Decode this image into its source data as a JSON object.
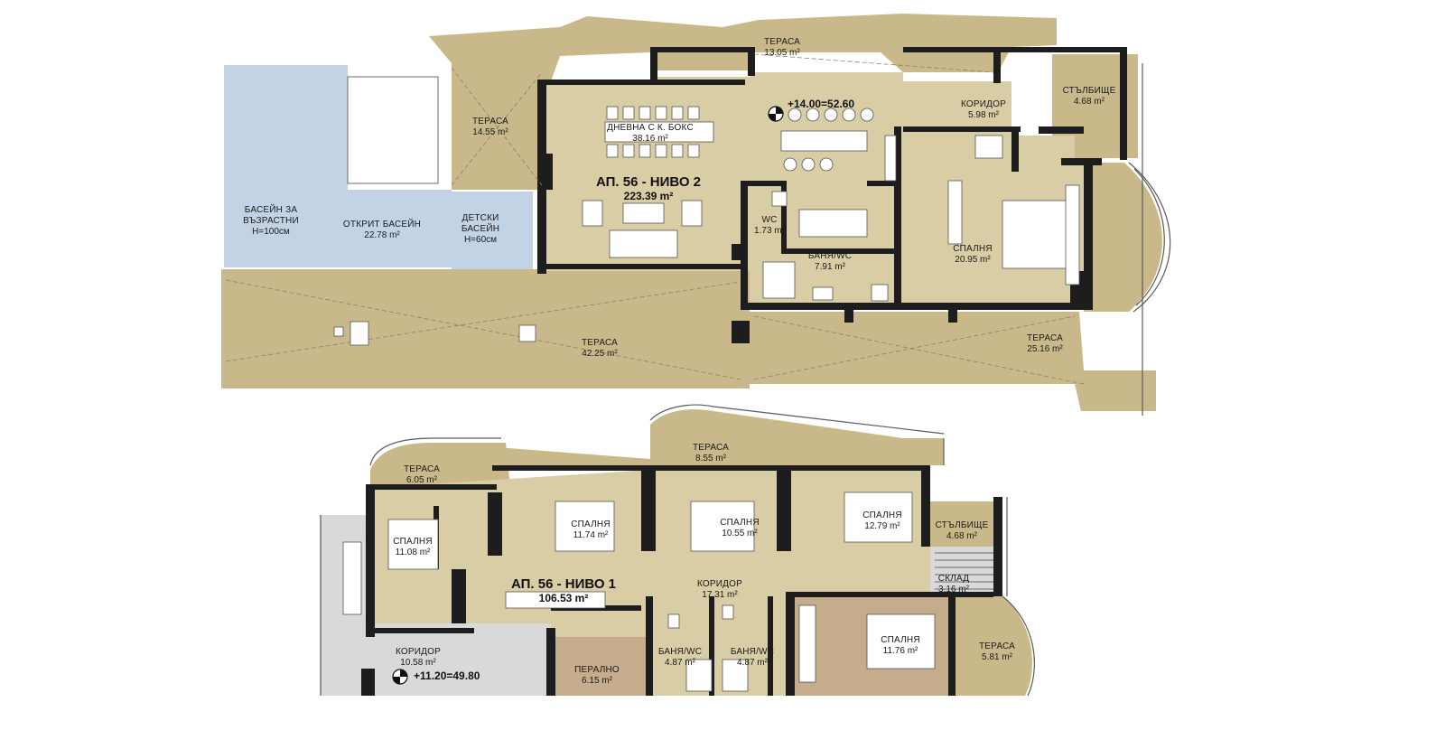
{
  "upper_plan": {
    "title": "АП. 56 - НИВО 2",
    "total_area": "223.39 m²",
    "level_marker": "+14.00=52.60",
    "rooms": [
      {
        "id": "terrace_top",
        "name": "ТЕРАСА",
        "area": "13.05 m²"
      },
      {
        "id": "terrace_left",
        "name": "ТЕРАСА",
        "area": "14.55 m²"
      },
      {
        "id": "living",
        "name": "ДНЕВНА С К. БОКС",
        "area": "38.16 m²"
      },
      {
        "id": "corridor",
        "name": "КОРИДОР",
        "area": "5.98 m²"
      },
      {
        "id": "stairs",
        "name": "СТЪЛБИЩЕ",
        "area": "4.68 m²"
      },
      {
        "id": "adult_pool",
        "name": "БАСЕЙН ЗА",
        "name2": "ВЪЗРАСТНИ",
        "area": "H=100см"
      },
      {
        "id": "open_pool",
        "name": "ОТКРИТ БАСЕЙН",
        "area": "22.78 m²"
      },
      {
        "id": "kids_pool",
        "name": "ДЕТСКИ",
        "name2": "БАСЕЙН",
        "area": "H=60см"
      },
      {
        "id": "wc",
        "name": "WC",
        "area": "1.73 m²"
      },
      {
        "id": "bath",
        "name": "БАНЯ/WC",
        "area": "7.91 m²"
      },
      {
        "id": "bedroom",
        "name": "СПАЛНЯ",
        "area": "20.95 m²"
      },
      {
        "id": "terrace_big",
        "name": "ТЕРАСА",
        "area": "42.25 m²"
      },
      {
        "id": "terrace_right",
        "name": "ТЕРАСА",
        "area": "25.16 m²"
      }
    ]
  },
  "lower_plan": {
    "title": "АП. 56 - НИВО 1",
    "total_area": "106.53 m²",
    "level_marker": "+11.20=49.80",
    "rooms": [
      {
        "id": "terrace_a",
        "name": "ТЕРАСА",
        "area": "6.05 m²"
      },
      {
        "id": "terrace_b",
        "name": "ТЕРАСА",
        "area": "8.55 m²"
      },
      {
        "id": "bed_1",
        "name": "СПАЛНЯ",
        "area": "11.08 m²"
      },
      {
        "id": "bed_2",
        "name": "СПАЛНЯ",
        "area": "11.74 m²"
      },
      {
        "id": "bed_3",
        "name": "СПАЛНЯ",
        "area": "10.55 m²"
      },
      {
        "id": "bed_4",
        "name": "СПАЛНЯ",
        "area": "12.79 m²"
      },
      {
        "id": "stairs",
        "name": "СТЪЛБИЩЕ",
        "area": "4.68 m²"
      },
      {
        "id": "storage",
        "name": "СКЛАД",
        "area": "3.16 m²"
      },
      {
        "id": "corridor_mid",
        "name": "КОРИДОР",
        "area": "17.31 m²"
      },
      {
        "id": "corridor_left",
        "name": "КОРИДОР",
        "area": "10.58 m²"
      },
      {
        "id": "laundry",
        "name": "ПЕРАЛНО",
        "area": "6.15 m²"
      },
      {
        "id": "bath_1",
        "name": "БАНЯ/WC",
        "area": "4.87 m²"
      },
      {
        "id": "bath_2",
        "name": "БАНЯ/WC",
        "area": "4.87 m²"
      },
      {
        "id": "bed_5",
        "name": "СПАЛНЯ",
        "area": "11.76 m²"
      },
      {
        "id": "terrace_c",
        "name": "ТЕРАСА",
        "area": "5.81 m²"
      }
    ]
  },
  "colors": {
    "terrace": "#c9b98a",
    "room": "#d8cda4",
    "pool": "#c3d3e6",
    "wall": "#1d1d1d",
    "bedroom_dark": "#c5ac8c"
  }
}
